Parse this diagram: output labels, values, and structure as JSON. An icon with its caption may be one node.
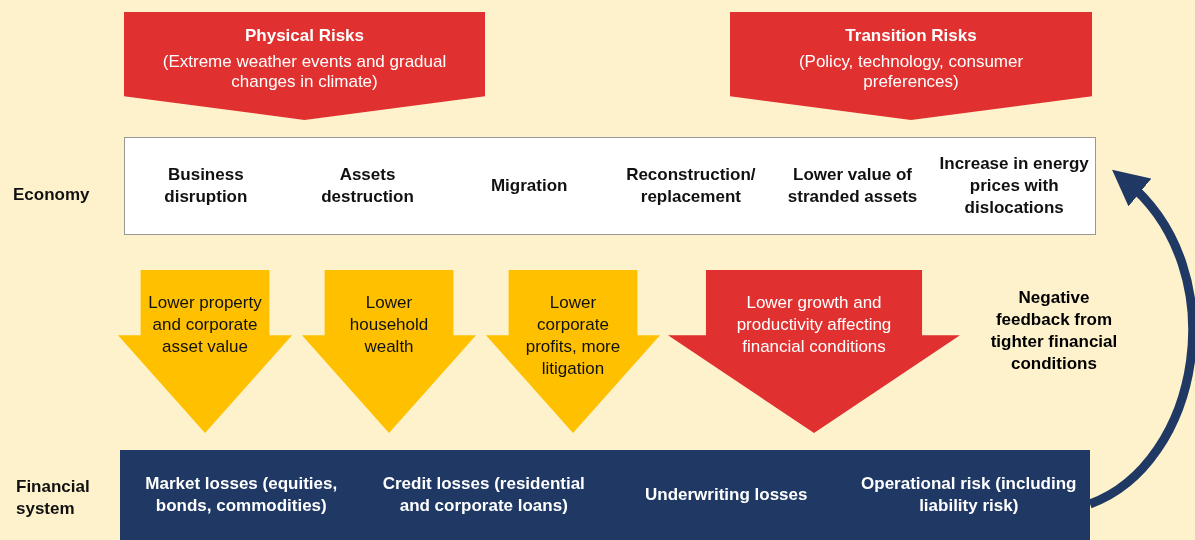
{
  "diagram": {
    "nodes": [
      {
        "text": [
          "Physical Risks",
          "(Extreme weather events and gradual changes in climate)"
        ]
      },
      {
        "text": [
          "Transition Risks",
          "(Policy, technology, consumer preferences)"
        ]
      },
      {
        "text": [
          "Economy"
        ]
      },
      {
        "text": [
          "Business disruption"
        ],
        "in": 2
      },
      {
        "text": [
          "Assets destruction"
        ],
        "in": 2
      },
      {
        "text": [
          "Migration"
        ],
        "in": 2
      },
      {
        "text": [
          "Reconstruction/ replacement"
        ],
        "in": 2
      },
      {
        "text": [
          "Lower value of stranded assets"
        ],
        "in": 2
      },
      {
        "text": [
          "Increase in energy prices with dislocations"
        ],
        "in": 2
      },
      {
        "text": [
          "Lower property and corporate asset value"
        ]
      },
      {
        "text": [
          "Lower household wealth"
        ]
      },
      {
        "text": [
          "Lower corporate profits, more litigation"
        ]
      },
      {
        "text": [
          "Lower growth and productivity affecting financial conditions"
        ]
      },
      {
        "text": [
          "Financial system"
        ]
      },
      {
        "text": [
          "Market losses (equities, bonds, commodities)"
        ],
        "in": 13
      },
      {
        "text": [
          "Credit losses (residential and corporate loans)"
        ],
        "in": 13
      },
      {
        "text": [
          "Underwriting losses"
        ],
        "in": 13
      },
      {
        "text": [
          "Operational risk (including liability risk)"
        ],
        "in": 13
      }
    ],
    "edges": [
      {
        "from": 13,
        "to": 2,
        "arrow": "to",
        "label": "Negative feedback from tighter financial conditions"
      }
    ]
  }
}
